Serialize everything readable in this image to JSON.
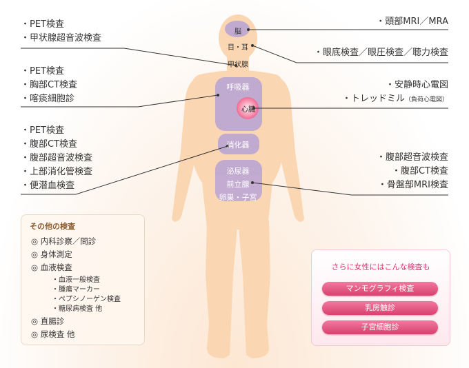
{
  "left_groups": {
    "head": [
      "・PET検査",
      "・甲状腺超音波検査"
    ],
    "chest": [
      "・PET検査",
      "・胸部CT検査",
      "・喀痰細胞診"
    ],
    "abdomen": [
      "・PET検査",
      "・腹部CT検査",
      "・腹部超音波検査",
      "・上部消化管検査",
      "・便潜血検査"
    ]
  },
  "right_groups": {
    "brain": [
      "・頭部MRI／MRA"
    ],
    "eye_ear": [
      "・眼底検査／眼圧検査／聴力検査"
    ],
    "heart_1": "・安静時心電図",
    "heart_2_main": "・トレッドミル",
    "heart_2_note": "（負荷心電図）",
    "lower": [
      "・腹部超音波検査",
      "・腹部CT検査",
      "・骨盤部MRI検査"
    ]
  },
  "organs": {
    "brain": "脳",
    "eye_ear": "目・耳",
    "thyroid": "甲状腺",
    "lungs": "呼吸器",
    "heart": "心臓",
    "digestive": "消化器",
    "urinary": "泌尿器",
    "prostate": "前立腺",
    "ovary_uterus": "卵巣・子宮"
  },
  "other_exams": {
    "title": "その他の検査",
    "items": [
      "◎ 内科診察／問診",
      "◎ 身体測定",
      "◎ 血液検査"
    ],
    "blood_sub": [
      "・血液一般検査",
      "・腫瘍マーカー",
      "・ペプシノーゲン検査",
      "・糖尿病検査 他"
    ],
    "items2": [
      "◎ 直腸診",
      "◎ 尿検査 他"
    ]
  },
  "women": {
    "title": "さらに女性にはこんな検査も",
    "buttons": [
      "マンモグラフィ検査",
      "乳房触診",
      "子宮細胞診"
    ]
  },
  "colors": {
    "body": "#fbd6b2",
    "organ_purple": "#b8a3d6",
    "heart_pink": "#e8336e",
    "line": "#333333",
    "pill": "#e0527e"
  }
}
